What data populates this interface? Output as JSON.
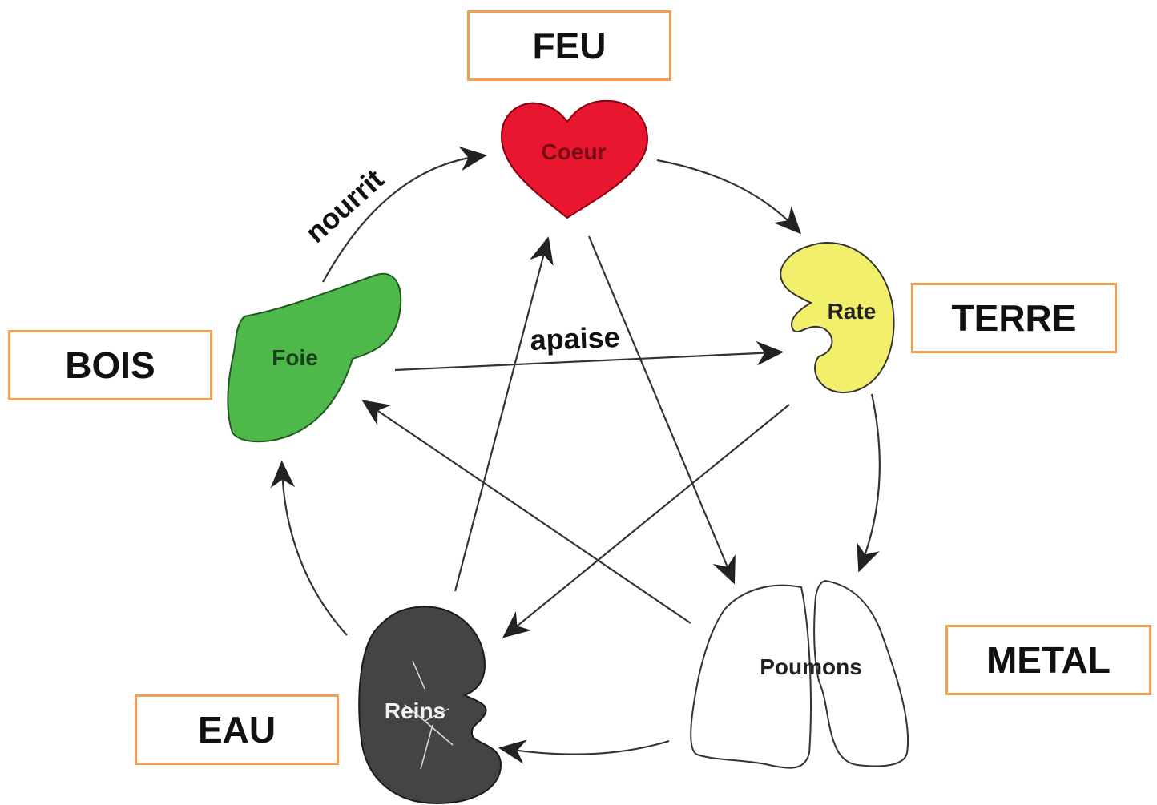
{
  "elements": {
    "feu": "FEU",
    "terre": "TERRE",
    "bois": "BOIS",
    "metal": "METAL",
    "eau": "EAU"
  },
  "organs": {
    "coeur": "Coeur",
    "rate": "Rate",
    "foie": "Foie",
    "poumons": "Poumons",
    "reins": "Reins"
  },
  "labels": {
    "nourrit": "nourrit",
    "apaise": "apaise"
  },
  "colors": {
    "box_border": "#f0a050",
    "coeur": "#e8162e",
    "rate": "#f2ef6a",
    "foie": "#4fb84a",
    "reins": "#444444",
    "poumons": "#ffffff"
  }
}
